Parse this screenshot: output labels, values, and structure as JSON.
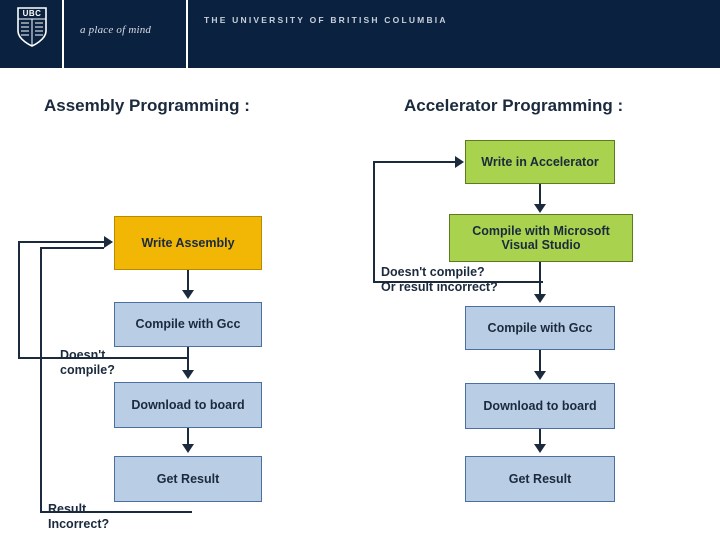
{
  "header": {
    "logo_text": "UBC",
    "tagline": "a place of mind",
    "university": "THE UNIVERSITY OF BRITISH COLUMBIA",
    "background_color": "#0a2240"
  },
  "columns": {
    "left_title": "Assembly Programming :",
    "right_title": "Accelerator Programming :"
  },
  "palette": {
    "blue": "#b9cde5",
    "green": "#a9d24e",
    "orange": "#f2b705",
    "outline": "#1b2a3d"
  },
  "left_flow": {
    "steps": [
      {
        "label": "Write Assembly",
        "color": "orange"
      },
      {
        "label": "Compile with Gcc",
        "color": "blue"
      },
      {
        "label": "Download to board",
        "color": "blue"
      },
      {
        "label": "Get Result",
        "color": "blue"
      }
    ],
    "loops": [
      {
        "label": "Doesn't\ncompile?"
      },
      {
        "label": "Result\nIncorrect?"
      }
    ]
  },
  "right_flow": {
    "steps": [
      {
        "label": "Write in Accelerator",
        "color": "green"
      },
      {
        "label": "Compile with Microsoft Visual Studio",
        "color": "green"
      },
      {
        "label": "Compile with Gcc",
        "color": "blue"
      },
      {
        "label": "Download to board",
        "color": "blue"
      },
      {
        "label": "Get Result",
        "color": "blue"
      }
    ],
    "loops": [
      {
        "label": "Doesn't  compile?\nOr result incorrect?"
      }
    ]
  }
}
